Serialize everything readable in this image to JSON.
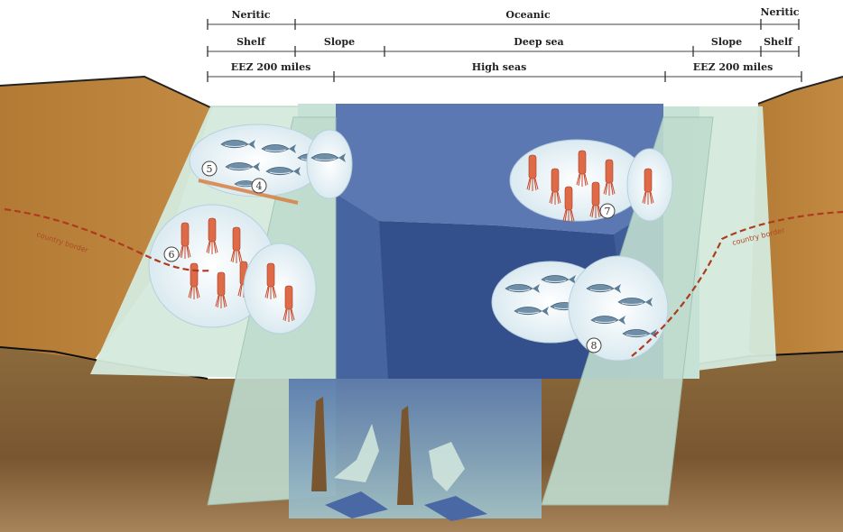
{
  "zones": {
    "row1": [
      "Neritic",
      "Oceanic",
      "Neritic"
    ],
    "row2": [
      "Shelf",
      "Slope",
      "Deep sea",
      "Slope",
      "Shelf"
    ],
    "row3": [
      "EEZ 200 miles",
      "High seas",
      "EEZ 200 miles"
    ]
  },
  "markers": {
    "m4": "4",
    "m5": "5",
    "m6": "6",
    "m7": "7",
    "m8": "8"
  },
  "borders": {
    "left": "country border",
    "right": "country border"
  },
  "colors": {
    "land": "#b27a34",
    "seabed": "#8a6536",
    "shelf_water": "#d5ebdf",
    "ocean_surface": "#5470a8",
    "ocean_deep": "#34508c",
    "border_line": "#b03a1e"
  }
}
